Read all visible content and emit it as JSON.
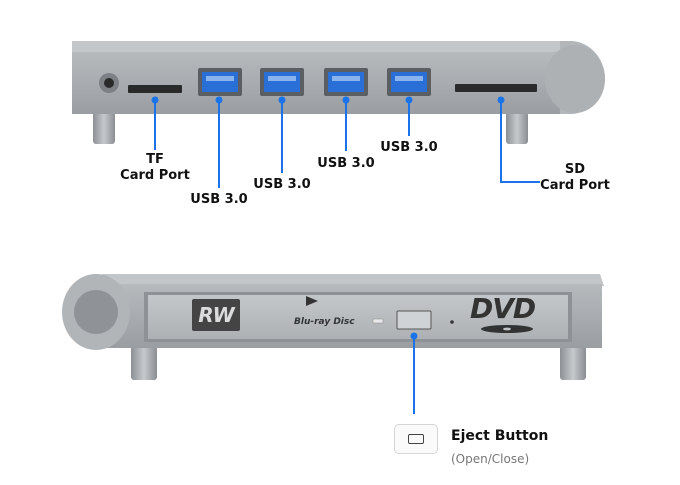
{
  "top_view": {
    "labels": {
      "tf": [
        "TF",
        "Card Port"
      ],
      "usb1": "USB 3.0",
      "usb2": "USB 3.0",
      "usb3": "USB 3.0",
      "usb4": "USB 3.0",
      "sd": [
        "SD",
        "Card Port"
      ]
    }
  },
  "bottom_view": {
    "logos": {
      "rw": "RW",
      "bluray": "Blu-ray Disc",
      "dvd": "DVD"
    },
    "eject": {
      "title": "Eject Button",
      "subtitle": "(Open/Close)"
    }
  },
  "colors": {
    "callout": "#1a73e8",
    "usb_port": "#2a6fd6",
    "metal": "#a9adb1"
  }
}
